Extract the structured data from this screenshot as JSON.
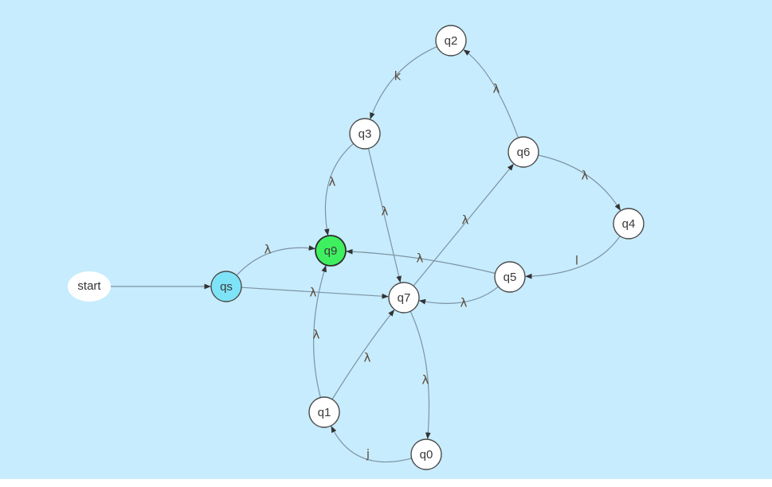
{
  "diagram": {
    "start_label": "start",
    "states": [
      {
        "id": "qs",
        "label": "qs",
        "kind": "initial"
      },
      {
        "id": "q9",
        "label": "q9",
        "kind": "accept"
      },
      {
        "id": "q7",
        "label": "q7",
        "kind": "normal"
      },
      {
        "id": "q3",
        "label": "q3",
        "kind": "normal"
      },
      {
        "id": "q2",
        "label": "q2",
        "kind": "normal"
      },
      {
        "id": "q6",
        "label": "q6",
        "kind": "normal"
      },
      {
        "id": "q4",
        "label": "q4",
        "kind": "normal"
      },
      {
        "id": "q5",
        "label": "q5",
        "kind": "normal"
      },
      {
        "id": "q1",
        "label": "q1",
        "kind": "normal"
      },
      {
        "id": "q0",
        "label": "q0",
        "kind": "normal"
      }
    ],
    "transitions": [
      {
        "from": "start",
        "to": "qs",
        "label": ""
      },
      {
        "from": "qs",
        "to": "q9",
        "label": "λ"
      },
      {
        "from": "qs",
        "to": "q7",
        "label": "λ"
      },
      {
        "from": "q2",
        "to": "q3",
        "label": "k"
      },
      {
        "from": "q3",
        "to": "q9",
        "label": "λ"
      },
      {
        "from": "q3",
        "to": "q7",
        "label": "λ"
      },
      {
        "from": "q6",
        "to": "q2",
        "label": "λ"
      },
      {
        "from": "q7",
        "to": "q6",
        "label": "λ"
      },
      {
        "from": "q6",
        "to": "q4",
        "label": "λ"
      },
      {
        "from": "q4",
        "to": "q5",
        "label": "l"
      },
      {
        "from": "q5",
        "to": "q9",
        "label": "λ"
      },
      {
        "from": "q5",
        "to": "q7",
        "label": "λ"
      },
      {
        "from": "q7",
        "to": "q0",
        "label": "λ"
      },
      {
        "from": "q0",
        "to": "q1",
        "label": "j"
      },
      {
        "from": "q1",
        "to": "q9",
        "label": "λ"
      },
      {
        "from": "q1",
        "to": "q7",
        "label": "λ"
      }
    ]
  },
  "colors": {
    "background": "#c7ecfd",
    "initial_state": "#7fe3f7",
    "accept_state": "#3ef05f",
    "normal_state": "#ffffff",
    "edge": "#7d93a3"
  }
}
